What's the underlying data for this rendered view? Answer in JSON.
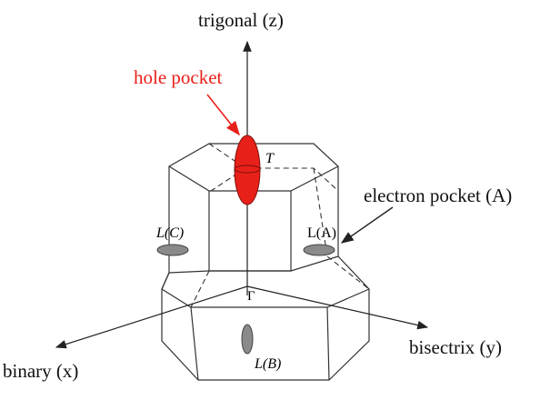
{
  "labels": {
    "trigonal": "trigonal (z)",
    "hole_pocket": "hole pocket",
    "electron_pocket": "electron pocket (A)",
    "binary": "binary (x)",
    "bisectrix": "bisectrix (y)",
    "point_T": "T",
    "point_Gamma": "Γ",
    "point_LA": "L(A)",
    "point_LB": "L(B)",
    "point_LC": "L(C)"
  },
  "colors": {
    "hole_pocket": "#e8201a",
    "electron_pocket": "#888888",
    "lines": "#333333"
  }
}
